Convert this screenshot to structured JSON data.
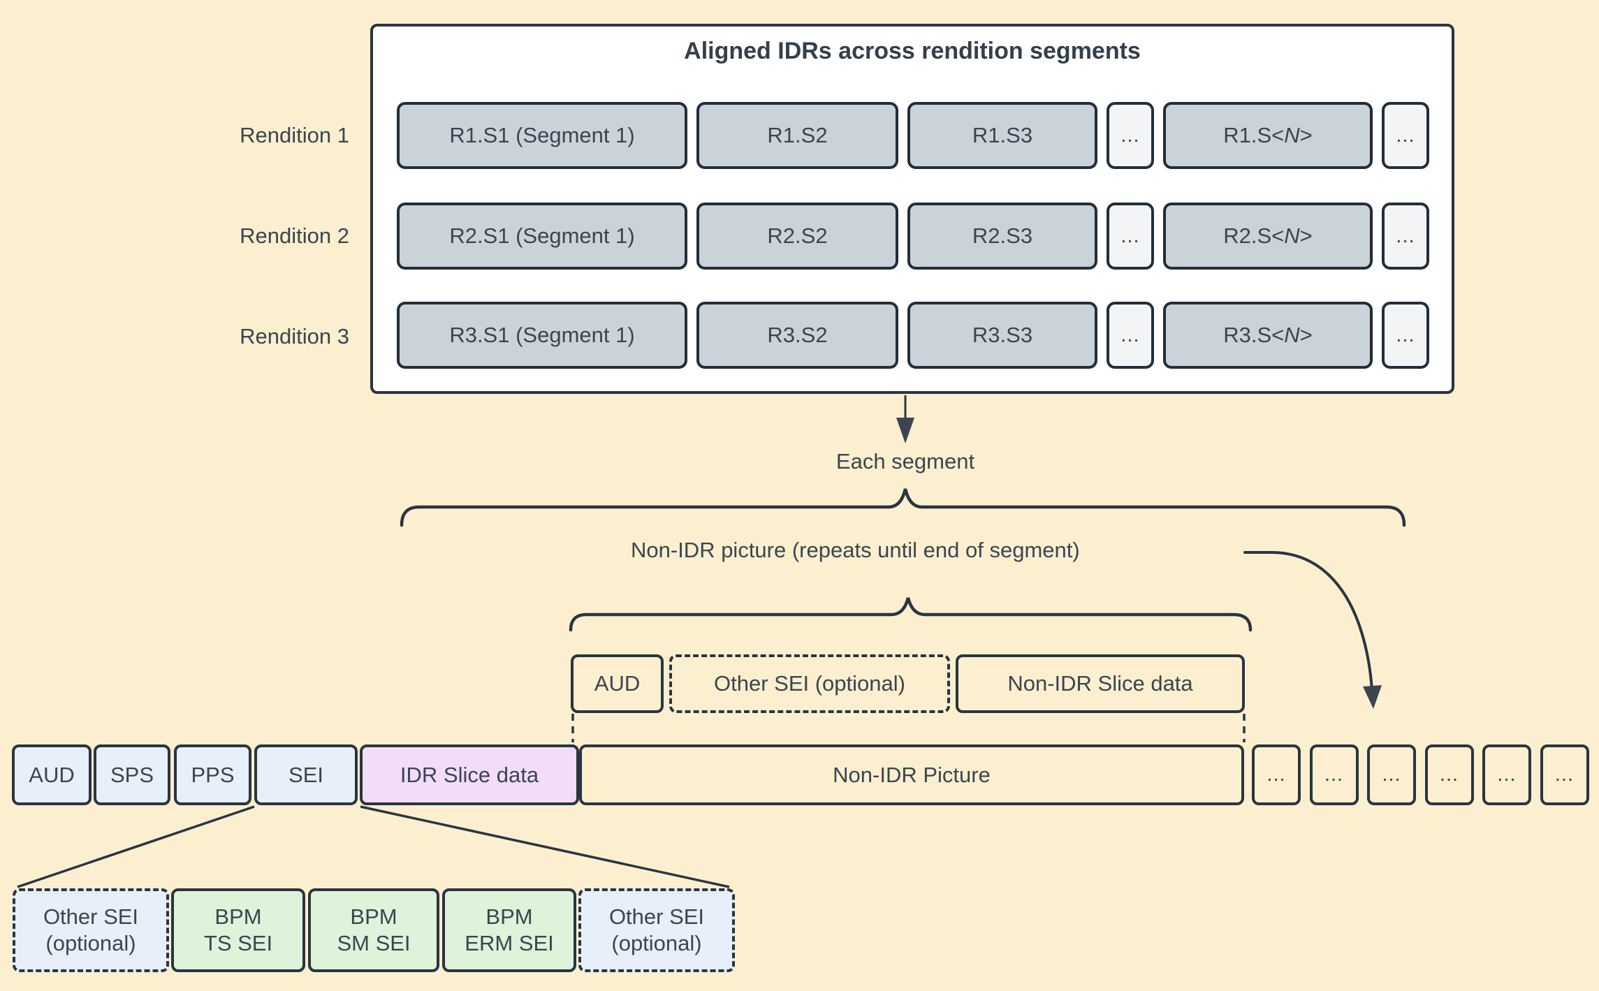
{
  "colors": {
    "background": "#FBEFCF",
    "panel_fill": "#FFFFFF",
    "segment_fill": "#CBD3DA",
    "ellipsis_fill": "#F2F4F5",
    "blue_fill": "#E7EFFA",
    "pink_fill": "#F3DCF8",
    "green_fill": "#DDF3DA",
    "line": "#2A3541",
    "text": "#3A4550"
  },
  "panel": {
    "title": "Aligned IDRs across rendition segments",
    "rows": [
      {
        "label": "Rendition 1",
        "s1": "R1.S1 (Segment 1)",
        "s2": "R1.S2",
        "s3": "R1.S3",
        "dots1": "...",
        "sn_pre": "R1.S<",
        "sn_n": "N",
        "sn_post": ">",
        "dots2": "..."
      },
      {
        "label": "Rendition 2",
        "s1": "R2.S1 (Segment 1)",
        "s2": "R2.S2",
        "s3": "R2.S3",
        "dots1": "...",
        "sn_pre": "R2.S<",
        "sn_n": "N",
        "sn_post": ">",
        "dots2": "..."
      },
      {
        "label": "Rendition 3",
        "s1": "R3.S1 (Segment 1)",
        "s2": "R3.S2",
        "s3": "R3.S3",
        "dots1": "...",
        "sn_pre": "R3.S<",
        "sn_n": "N",
        "sn_post": ">",
        "dots2": "..."
      }
    ]
  },
  "flow": {
    "each_segment": "Each segment",
    "non_idr_repeat": "Non-IDR picture (repeats until end of segment)"
  },
  "picture_row": {
    "aud": "AUD",
    "other_sei": "Other SEI (optional)",
    "slice": "Non-IDR Slice data"
  },
  "stream_row": {
    "aud": "AUD",
    "sps": "SPS",
    "pps": "PPS",
    "sei": "SEI",
    "idr": "IDR Slice data",
    "non_idr": "Non-IDR Picture",
    "dots": [
      "...",
      "...",
      "...",
      "...",
      "...",
      "..."
    ]
  },
  "sei_detail": {
    "boxes": [
      {
        "line1": "Other SEI",
        "line2": "(optional)"
      },
      {
        "line1": "BPM",
        "line2": "TS SEI"
      },
      {
        "line1": "BPM",
        "line2": "SM SEI"
      },
      {
        "line1": "BPM",
        "line2": "ERM SEI"
      },
      {
        "line1": "Other SEI",
        "line2": "(optional)"
      }
    ]
  }
}
